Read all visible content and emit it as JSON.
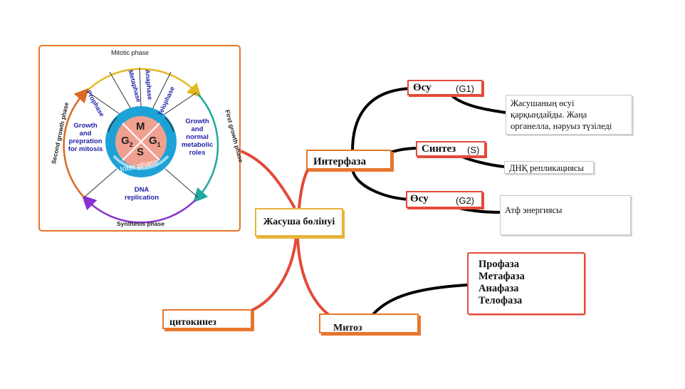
{
  "center": {
    "label": "Жасуша бөлінуі"
  },
  "interphase": {
    "label": "Интерфаза",
    "items": [
      {
        "name": "Өсу",
        "code": "(G1)",
        "note": "Жасушаның өсуі қарқындайды. Жаңа органелла, нәруыз түзіледі"
      },
      {
        "name": "Синтез",
        "code": "(S)",
        "note": "ДНҚ репликациясы"
      },
      {
        "name": "Өсу",
        "code": "(G2)",
        "note": "Атф энергиясы"
      }
    ]
  },
  "mitosis": {
    "label": "Митоз",
    "phases": [
      "Профаза",
      "Метафаза",
      "Анафаза",
      "Телофаза"
    ]
  },
  "cytokinesis": {
    "label": "цитокинез"
  },
  "cell_cycle": {
    "mitotic_phase": "Mitotic  phase",
    "phases": [
      "Prophase",
      "Metaphase",
      "Anaphase",
      "Telophase"
    ],
    "first_growth": "First growth phase",
    "second_growth": "Second growth phase",
    "synthesis": "Synthesis  phase",
    "g1_text": [
      "Growth",
      "and",
      "normal",
      "metabolic",
      "roles"
    ],
    "g2_text": [
      "Growth",
      "and",
      "prepration",
      "for mitosis"
    ],
    "dna_text": [
      "DNA",
      "replication"
    ],
    "inner": {
      "m": "M",
      "g1": "G",
      "g1_sub": "1",
      "g2": "G",
      "g2_sub": "2",
      "s": "S",
      "inter": "Inter phase"
    }
  },
  "colors": {
    "orange": "#e8762b",
    "red": "#e34a3a",
    "gold": "#e8b33a",
    "black": "#000000",
    "blue": "#2222aa",
    "cyan": "#1da2d8"
  }
}
